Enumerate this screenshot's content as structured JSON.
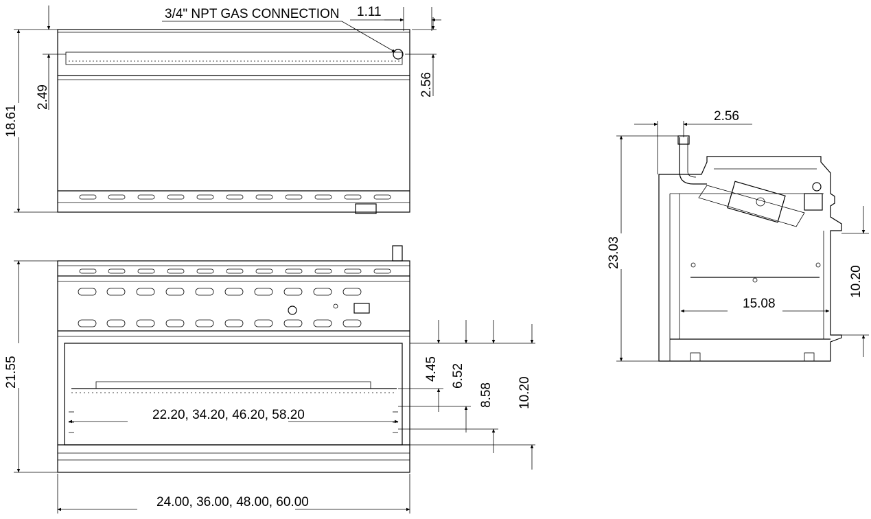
{
  "top_view": {
    "callout": "3/4\" NPT GAS CONNECTION",
    "dim_top_right": "1.11",
    "dim_right_vertical": "2.56",
    "dim_left_small": "2.49",
    "dim_left_height": "18.61"
  },
  "front_view": {
    "dim_height": "21.55",
    "dim_grate_width": "22.20, 34.20, 46.20, 58.20",
    "dim_overall_width": "24.00, 36.00, 48.00, 60.00",
    "dim_rack_1": "4.45",
    "dim_rack_2": "6.52",
    "dim_rack_3": "8.58",
    "dim_rack_4": "10.20"
  },
  "side_view": {
    "dim_top": "2.56",
    "dim_height": "23.03",
    "dim_depth": "15.08",
    "dim_right": "10.20"
  }
}
